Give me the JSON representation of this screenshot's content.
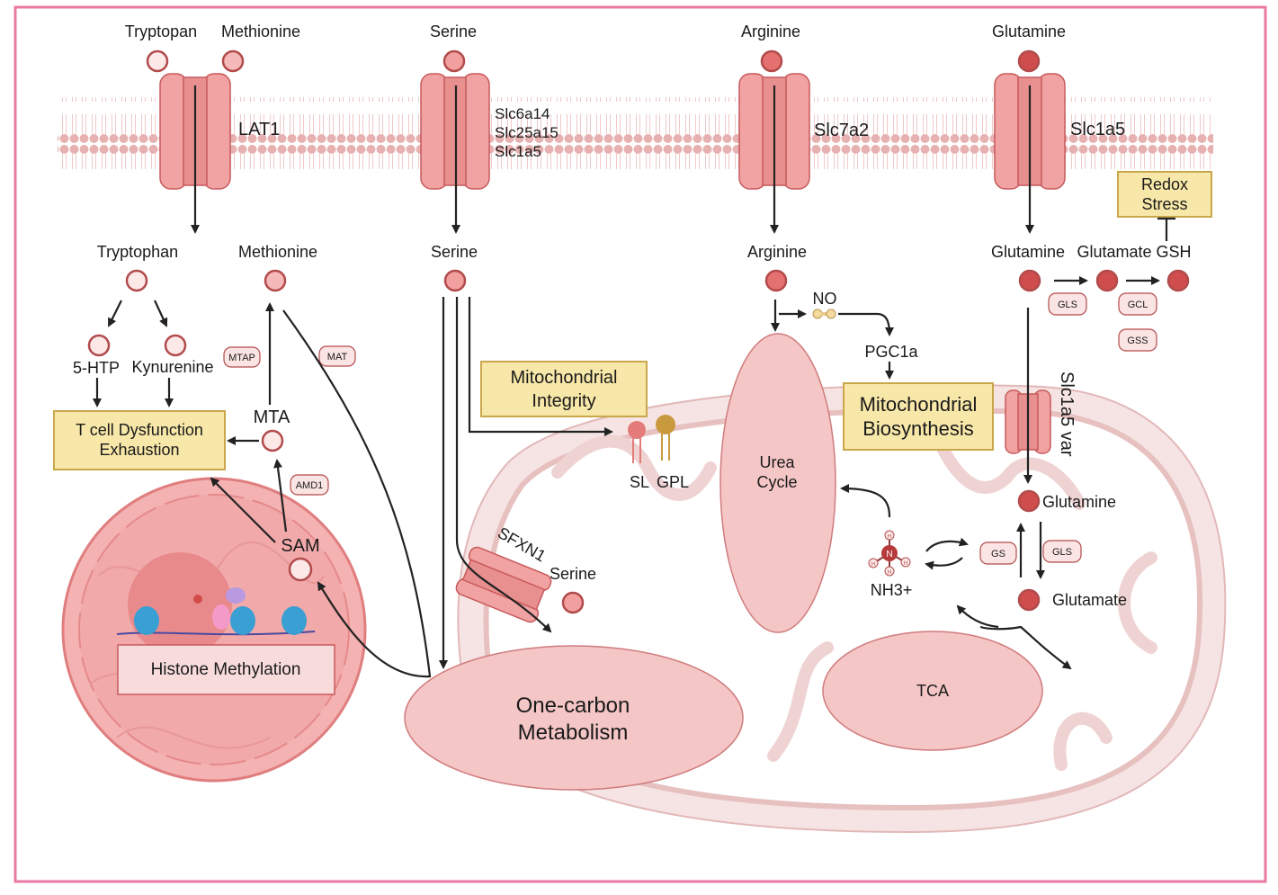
{
  "colors": {
    "frame": "#e979a3",
    "membrane_head": "#e9b3b3",
    "transporter": "#f1a3a3",
    "transporter_dark": "#c8595b",
    "molecule_light": "#fbe2e2",
    "molecule_mid": "#ef9a9a",
    "molecule_dark": "#c94545",
    "mito_outer": "#f6e4e4",
    "organelle_fill": "#f5c6c6",
    "box_fill": "#f7e7a8",
    "box_stroke": "#c9a74a",
    "nucleus_fill": "#f2a9aa"
  },
  "external_aa": {
    "tryptophan": "Tryptopan",
    "methionine": "Methionine",
    "serine": "Serine",
    "arginine": "Arginine",
    "glutamine": "Glutamine"
  },
  "transporters": {
    "lat1": "LAT1",
    "serine_1": "Slc6a14",
    "serine_2": "Slc25a15",
    "serine_3": "Slc1a5",
    "arginine": "Slc7a2",
    "glutamine": "Slc1a5",
    "mito_glutamine": "Slc1a5 var",
    "sfxn1": "SFXN1"
  },
  "intracellular": {
    "tryptophan": "Tryptophan",
    "methionine": "Methionine",
    "serine": "Serine",
    "arginine": "Arginine",
    "glutamine": "Glutamine",
    "glutamate": "Glutamate",
    "gsh": "GSH",
    "htp": "5-HTP",
    "kynurenine": "Kynurenine",
    "mta": "MTA",
    "sam": "SAM",
    "no": "NO",
    "pgc1a": "PGC1a",
    "nh3": "NH3+",
    "mito_serine": "Serine",
    "mito_glutamine": "Glutamine",
    "mito_glutamate": "Glutamate",
    "sl": "SL",
    "gpl": "GPL"
  },
  "enzymes": {
    "mtap": "MTAP",
    "mat": "MAT",
    "amd1": "AMD1",
    "gls_top": "GLS",
    "gcl": "GCL",
    "gss": "GSS",
    "gs": "GS",
    "gls_mito": "GLS"
  },
  "boxes": {
    "redox_1": "Redox",
    "redox_2": "Stress",
    "tcell_1": "T cell Dysfunction",
    "tcell_2": "Exhaustion",
    "mito_int_1": "Mitochondrial",
    "mito_int_2": "Integrity",
    "mito_bio_1": "Mitochondrial",
    "mito_bio_2": "Biosynthesis",
    "histone": "Histone Methylation"
  },
  "organelles": {
    "urea_1": "Urea",
    "urea_2": "Cycle",
    "one_carbon_1": "One-carbon",
    "one_carbon_2": "Metabolism",
    "tca": "TCA"
  },
  "ammonia_atoms": {
    "n": "N",
    "h": "H"
  }
}
